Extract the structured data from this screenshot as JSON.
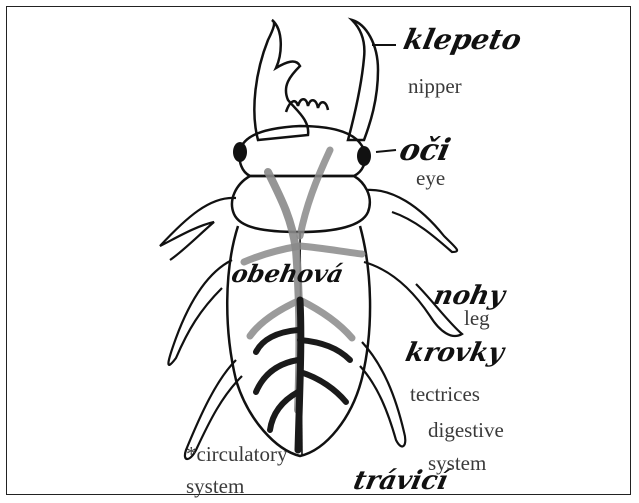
{
  "labels": {
    "nipper": "nipper",
    "eye": "eye",
    "leg": "leg",
    "tectrices": "tectrices",
    "digestive_system": [
      "digestive",
      "system"
    ],
    "circulatory_system": [
      "*circulatory",
      "system"
    ]
  },
  "handwritten": {
    "nipper": "klepeto",
    "eye": "oči",
    "leg": "nohy",
    "tectrices": "krovky",
    "digestive_system": "trávicí",
    "circulatory_system": "obehová"
  },
  "colors": {
    "outline": "#111111",
    "digestive_tract": "#1a1a1a",
    "circulatory_tract": "#8a8a8a",
    "label_text": "#3a3a3a"
  }
}
